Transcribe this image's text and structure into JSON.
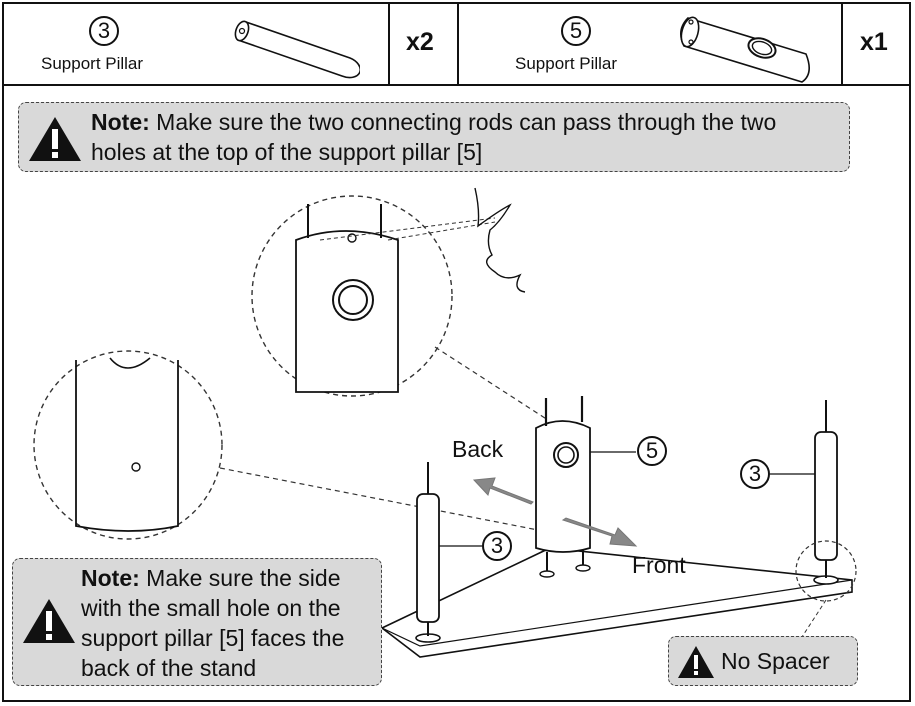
{
  "parts": [
    {
      "number": "3",
      "label": "Support Pillar",
      "quantity": "x2",
      "icon": "cylinder-pillar-icon"
    },
    {
      "number": "5",
      "label": "Support Pillar",
      "quantity": "x1",
      "icon": "oval-pillar-with-hole-icon"
    }
  ],
  "note_top": {
    "prefix": "Note:",
    "text": "Make sure the two connecting rods can pass through the two holes at the top of the support pillar [5]"
  },
  "note_bottom": {
    "prefix": "Note:",
    "text": "Make sure the side with the small hole on the support pillar [5] faces the back of the stand"
  },
  "no_spacer": {
    "text": "No Spacer"
  },
  "diagram": {
    "back_label": "Back",
    "front_label": "Front",
    "callouts": [
      "5",
      "3",
      "3"
    ]
  }
}
